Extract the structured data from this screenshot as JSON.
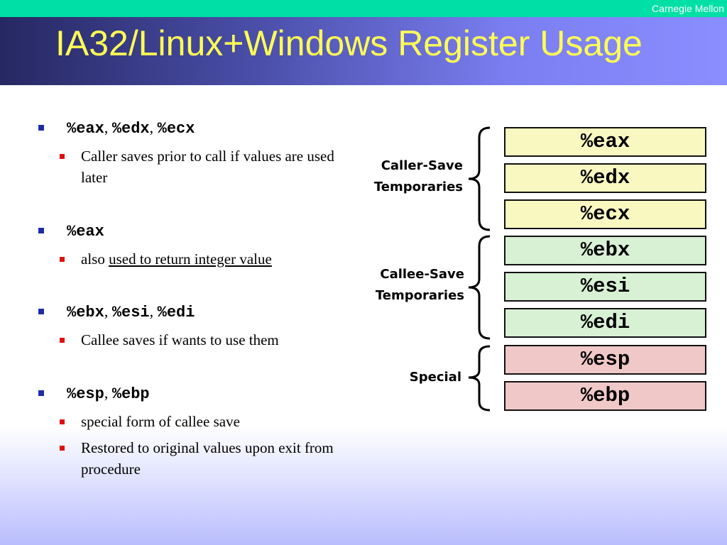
{
  "header": {
    "brand": "Carnegie Mellon",
    "title": "IA32/Linux+Windows Register Usage"
  },
  "bullets": [
    {
      "regs": [
        "%eax",
        "%edx",
        "%ecx"
      ],
      "subs": [
        {
          "text": "Caller saves prior to call if values are used later"
        }
      ]
    },
    {
      "regs": [
        "%eax"
      ],
      "subs": [
        {
          "prefix": "also ",
          "underlined": "used to return integer value"
        }
      ]
    },
    {
      "regs": [
        "%ebx",
        "%esi",
        "%edi"
      ],
      "subs": [
        {
          "text": "Callee saves if wants to use them"
        }
      ]
    },
    {
      "regs": [
        "%esp",
        "%ebp"
      ],
      "subs": [
        {
          "text": "special form of callee save"
        },
        {
          "text": "Restored to original values upon exit from procedure"
        }
      ]
    }
  ],
  "groups": [
    {
      "label_line1": "Caller-Save",
      "label_line2": "Temporaries",
      "color": "#f8f8c0"
    },
    {
      "label_line1": "Callee-Save",
      "label_line2": "Temporaries",
      "color": "#d8f0d4"
    },
    {
      "label_line1": "Special",
      "label_line2": "",
      "color": "#f0c8c8"
    }
  ],
  "registers": [
    "%eax",
    "%edx",
    "%ecx",
    "%ebx",
    "%esi",
    "%edi",
    "%esp",
    "%ebp"
  ]
}
